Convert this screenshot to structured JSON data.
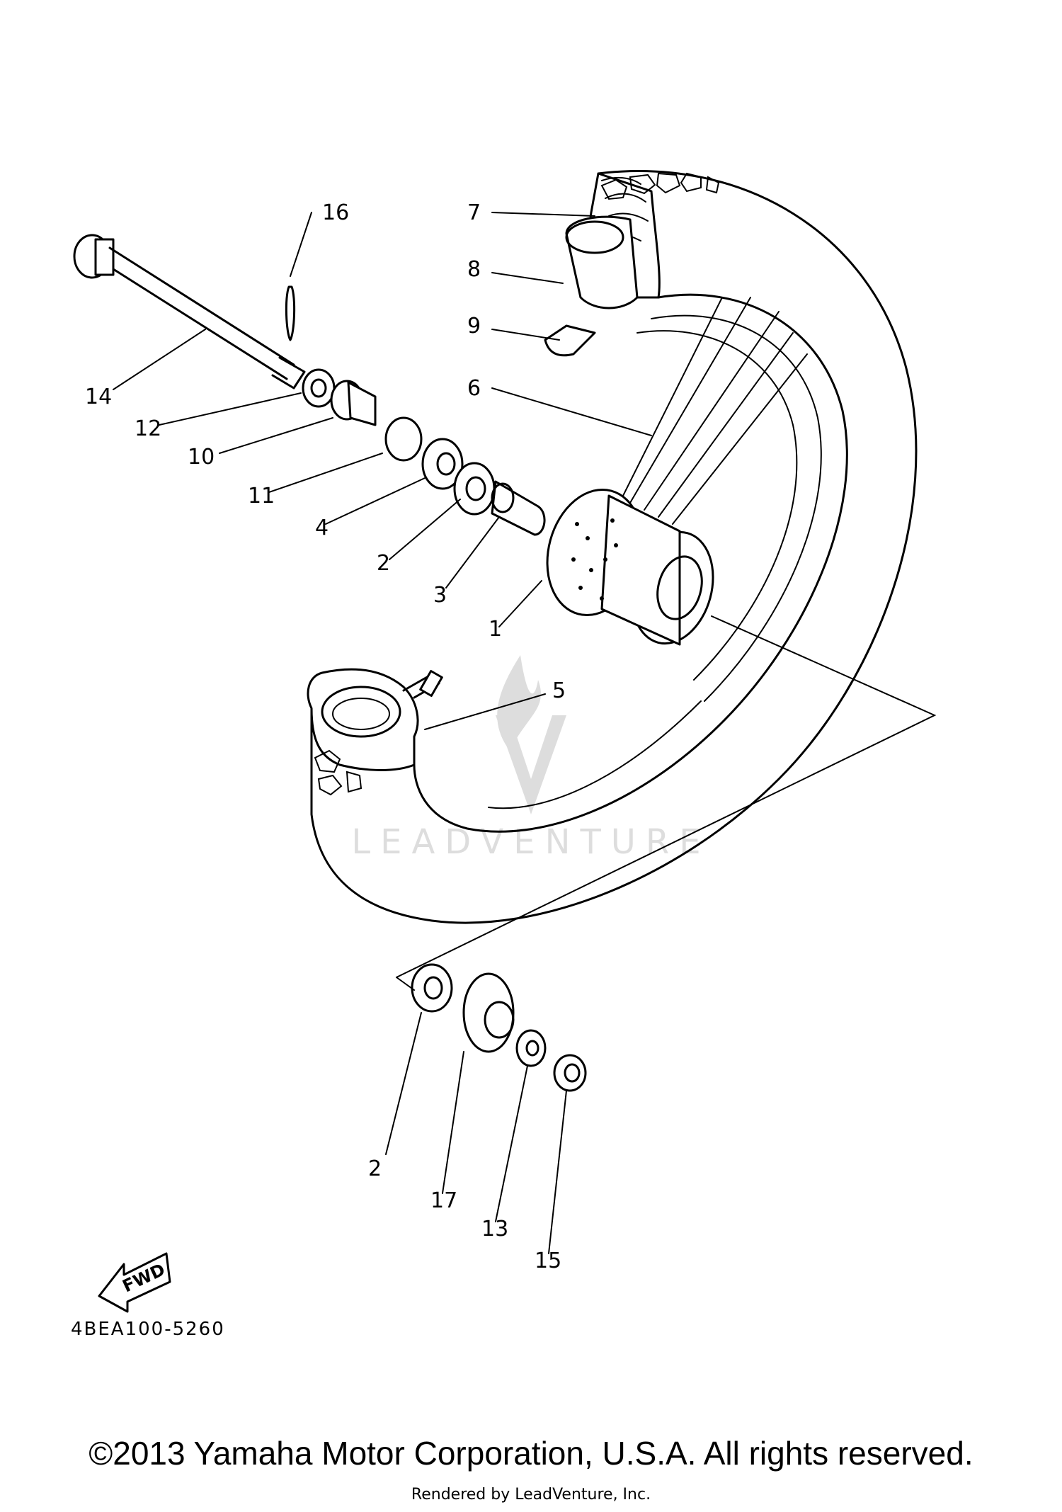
{
  "diagram": {
    "callouts": [
      {
        "id": "c1",
        "text": "1"
      },
      {
        "id": "c2a",
        "text": "2"
      },
      {
        "id": "c2b",
        "text": "2"
      },
      {
        "id": "c3",
        "text": "3"
      },
      {
        "id": "c4",
        "text": "4"
      },
      {
        "id": "c5",
        "text": "5"
      },
      {
        "id": "c6",
        "text": "6"
      },
      {
        "id": "c7",
        "text": "7"
      },
      {
        "id": "c8",
        "text": "8"
      },
      {
        "id": "c9",
        "text": "9"
      },
      {
        "id": "c10",
        "text": "10"
      },
      {
        "id": "c11",
        "text": "11"
      },
      {
        "id": "c12",
        "text": "12"
      },
      {
        "id": "c13",
        "text": "13"
      },
      {
        "id": "c14",
        "text": "14"
      },
      {
        "id": "c15",
        "text": "15"
      },
      {
        "id": "c16",
        "text": "16"
      },
      {
        "id": "c17",
        "text": "17"
      }
    ],
    "fwd_label": "FWD",
    "diagram_code": "4BEA100-5260",
    "watermark": "LEADVENTURE"
  },
  "footer": {
    "copyright": "©2013 Yamaha Motor Corporation, U.S.A. All rights reserved.",
    "rendered_by": "Rendered by LeadVenture, Inc."
  }
}
